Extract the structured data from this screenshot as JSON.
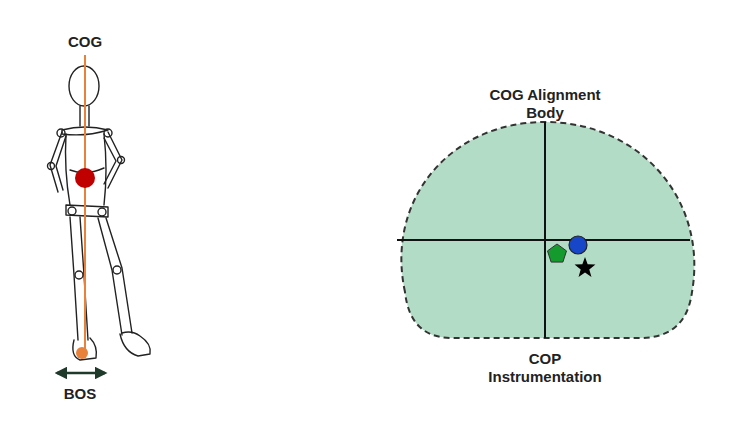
{
  "diagram": {
    "nodes": [
      {
        "text": [
          "COG Alignment Body",
          "COP Instrumentation"
        ]
      }
    ],
    "edges": [],
    "labels": [
      "COG",
      "BOS"
    ]
  }
}
